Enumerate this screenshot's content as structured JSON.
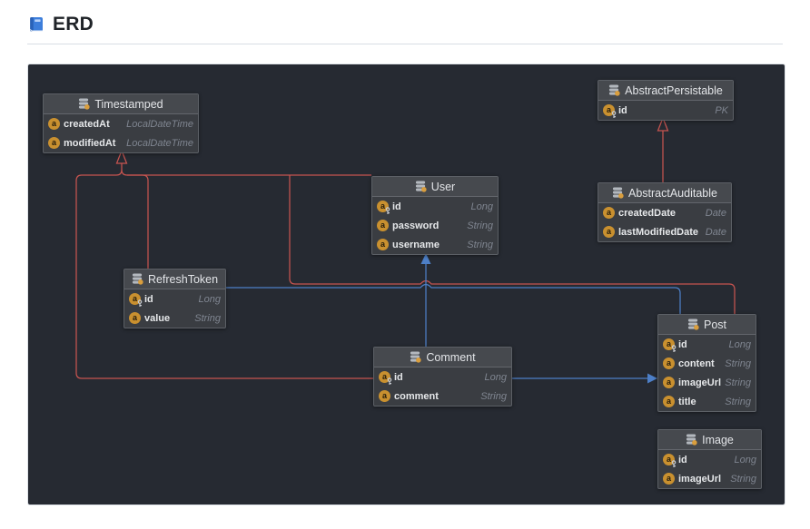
{
  "header": {
    "title": "ERD",
    "icon": "blue-book"
  },
  "colors": {
    "panel_bg": "#262a32",
    "entity_body": "#3a3d42",
    "entity_header": "#46494e",
    "inheritance_line": "#c75450",
    "reference_line": "#4d7fc7",
    "icon_amber": "#c9902f",
    "field_name": "#e6e8ea",
    "field_type": "#7f8590"
  },
  "entities": [
    {
      "name": "Timestamped",
      "icon": "database-icon",
      "fields": [
        {
          "icon": "attribute-icon",
          "name": "createdAt",
          "type": "LocalDateTime"
        },
        {
          "icon": "attribute-icon",
          "name": "modifiedAt",
          "type": "LocalDateTime"
        }
      ]
    },
    {
      "name": "AbstractPersistable",
      "icon": "database-icon",
      "fields": [
        {
          "icon": "primary-key-icon",
          "name": "id",
          "type": "PK"
        }
      ]
    },
    {
      "name": "User",
      "icon": "database-icon",
      "fields": [
        {
          "icon": "primary-key-icon",
          "name": "id",
          "type": "Long"
        },
        {
          "icon": "attribute-icon",
          "name": "password",
          "type": "String"
        },
        {
          "icon": "attribute-icon",
          "name": "username",
          "type": "String"
        }
      ]
    },
    {
      "name": "AbstractAuditable",
      "icon": "database-icon",
      "fields": [
        {
          "icon": "attribute-icon",
          "name": "createdDate",
          "type": "Date"
        },
        {
          "icon": "attribute-icon",
          "name": "lastModifiedDate",
          "type": "Date"
        }
      ]
    },
    {
      "name": "RefreshToken",
      "icon": "database-icon",
      "fields": [
        {
          "icon": "primary-key-icon",
          "name": "id",
          "type": "Long"
        },
        {
          "icon": "attribute-icon",
          "name": "value",
          "type": "String"
        }
      ]
    },
    {
      "name": "Comment",
      "icon": "database-icon",
      "fields": [
        {
          "icon": "primary-key-icon",
          "name": "id",
          "type": "Long"
        },
        {
          "icon": "attribute-icon",
          "name": "comment",
          "type": "String"
        }
      ]
    },
    {
      "name": "Post",
      "icon": "database-icon",
      "fields": [
        {
          "icon": "primary-key-icon",
          "name": "id",
          "type": "Long"
        },
        {
          "icon": "attribute-icon",
          "name": "content",
          "type": "String"
        },
        {
          "icon": "attribute-icon",
          "name": "imageUrl",
          "type": "String"
        },
        {
          "icon": "attribute-icon",
          "name": "title",
          "type": "String"
        }
      ]
    },
    {
      "name": "Image",
      "icon": "database-icon",
      "fields": [
        {
          "icon": "primary-key-icon",
          "name": "id",
          "type": "Long"
        },
        {
          "icon": "attribute-icon",
          "name": "imageUrl",
          "type": "String"
        }
      ]
    }
  ],
  "relations": [
    {
      "type": "inheritance",
      "child": "RefreshToken",
      "parent": "Timestamped",
      "color": "#c75450"
    },
    {
      "type": "inheritance",
      "child": "User",
      "parent": "Timestamped",
      "color": "#c75450"
    },
    {
      "type": "inheritance",
      "child": "Comment",
      "parent": "Timestamped",
      "color": "#c75450"
    },
    {
      "type": "inheritance",
      "child": "Post",
      "parent": "Timestamped",
      "color": "#c75450"
    },
    {
      "type": "inheritance",
      "child": "AbstractAuditable",
      "parent": "AbstractPersistable",
      "color": "#c75450"
    },
    {
      "type": "reference",
      "from": "RefreshToken",
      "to": "Post",
      "color": "#4d7fc7"
    },
    {
      "type": "reference",
      "from": "Comment",
      "to": "User",
      "color": "#4d7fc7"
    },
    {
      "type": "reference",
      "from": "Comment",
      "to": "Post",
      "color": "#4d7fc7"
    }
  ]
}
